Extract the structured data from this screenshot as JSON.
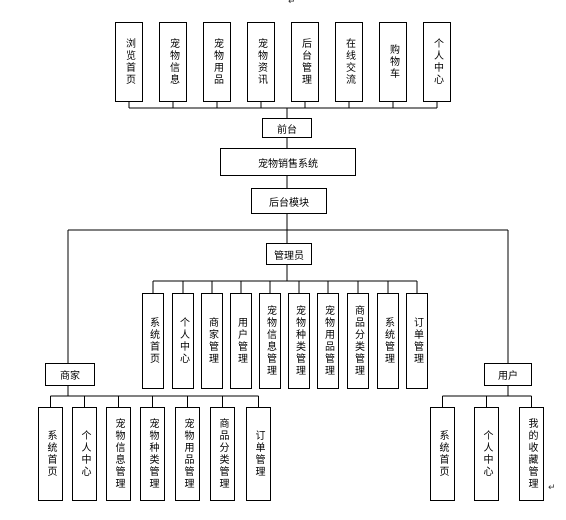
{
  "front_modules": [
    "浏览首页",
    "宠物信息",
    "宠物用品",
    "宠物资讯",
    "后台管理",
    "在线交流",
    "购物车",
    "个人中心"
  ],
  "front": "前台",
  "system": "宠物销售系统",
  "backend": "后台模块",
  "admin": {
    "label": "管理员",
    "modules": [
      "系统首页",
      "个人中心",
      "商家管理",
      "用户管理",
      "宠物信息管理",
      "宠物种类管理",
      "宠物用品管理",
      "商品分类管理",
      "系统管理",
      "订单管理"
    ]
  },
  "merchant": {
    "label": "商家",
    "modules": [
      "系统首页",
      "个人中心",
      "宠物信息管理",
      "宠物种类管理",
      "宠物用品管理",
      "商品分类管理",
      "订单管理"
    ]
  },
  "user": {
    "label": "用户",
    "modules": [
      "系统首页",
      "个人中心",
      "我的收藏管理"
    ]
  },
  "return_mark": "↵"
}
